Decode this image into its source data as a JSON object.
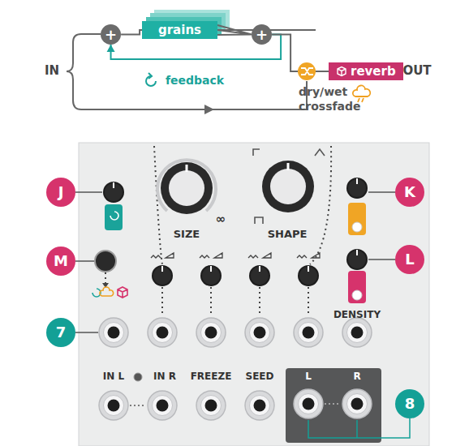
{
  "diagram": {
    "nodes": [
      {
        "text": [
          "+"
        ]
      },
      {
        "text": [
          "grains"
        ]
      },
      {
        "text": [
          "+"
        ]
      },
      {
        "text": [
          "reverb"
        ]
      }
    ],
    "edges": [
      {
        "from": 0,
        "to": 1,
        "arrow": "none"
      },
      {
        "from": 1,
        "to": 2,
        "arrow": "none"
      },
      {
        "from": 2,
        "to": 0,
        "label": "feedback",
        "arrow": "to"
      },
      {
        "from": 2,
        "to": 3,
        "arrow": "none"
      }
    ],
    "labels": [
      "IN",
      "OUT",
      "dry/wet crossfade",
      "J",
      "K",
      "M",
      "L",
      "7",
      "8",
      "SIZE",
      "∞",
      "SHAPE",
      "DENSITY",
      "IN L",
      "IN R",
      "FREEZE",
      "SEED",
      "L",
      "R"
    ]
  }
}
